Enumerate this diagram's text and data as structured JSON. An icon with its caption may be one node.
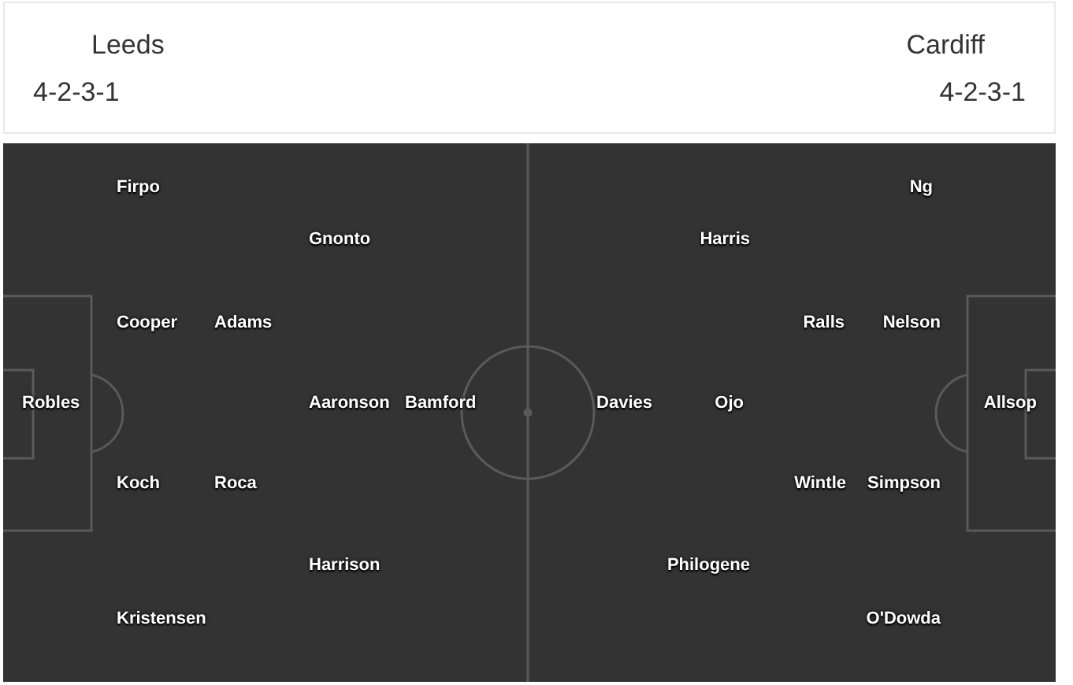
{
  "diagram": {
    "nodes": [
      {
        "text": [
          "Leeds",
          "4-2-3-1",
          "Cardiff",
          "4-2-3-1"
        ]
      },
      {
        "text": [
          "Firpo",
          "Ng",
          "Gnonto",
          "Harris",
          "Cooper",
          "Adams",
          "Ralls",
          "Nelson",
          "Robles",
          "Aaronson",
          "Bamford",
          "Davies",
          "Ojo",
          "Allsop",
          "Koch",
          "Roca",
          "Wintle",
          "Simpson",
          "Harrison",
          "Philogene",
          "Kristensen",
          "O'Dowda"
        ]
      }
    ]
  }
}
